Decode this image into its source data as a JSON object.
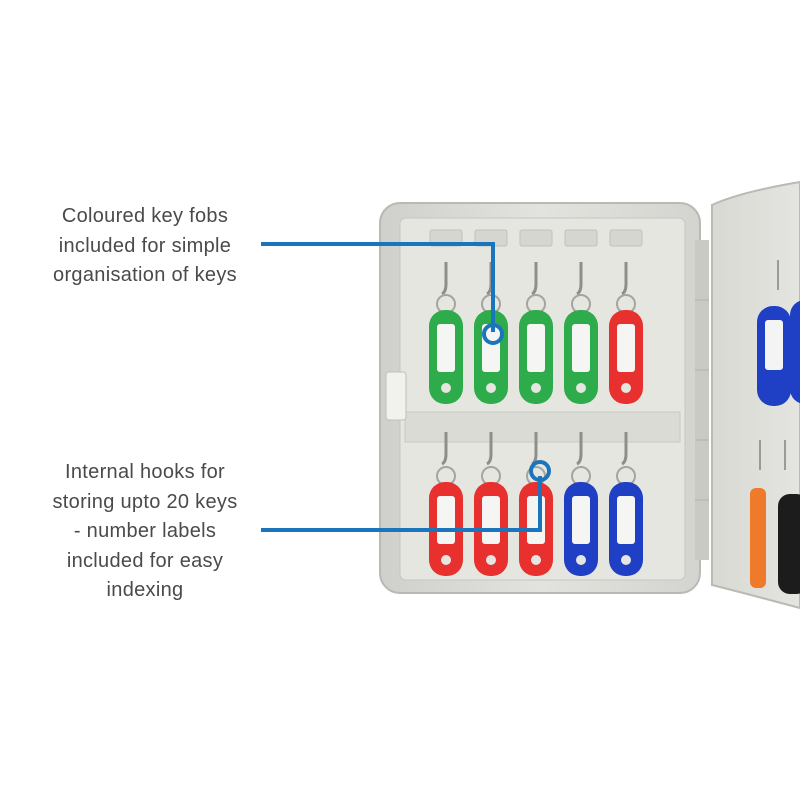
{
  "callouts": [
    {
      "lines": [
        "Coloured key fobs",
        "included for simple",
        "organisation of keys"
      ]
    },
    {
      "lines": [
        "Internal hooks for",
        "storing upto 20 keys",
        "- number labels",
        "included for easy",
        "indexing"
      ]
    }
  ],
  "colors": {
    "accent": "#1b75bc",
    "text": "#4a4a4a",
    "fob_green": "#2eab4a",
    "fob_red": "#e8302e",
    "fob_blue": "#1f3fc4",
    "cabinet": "#dcdcd6"
  },
  "fobs": {
    "top_row": [
      "green",
      "green",
      "green",
      "green",
      "red"
    ],
    "bottom_row": [
      "red",
      "red",
      "red",
      "blue",
      "blue"
    ]
  }
}
